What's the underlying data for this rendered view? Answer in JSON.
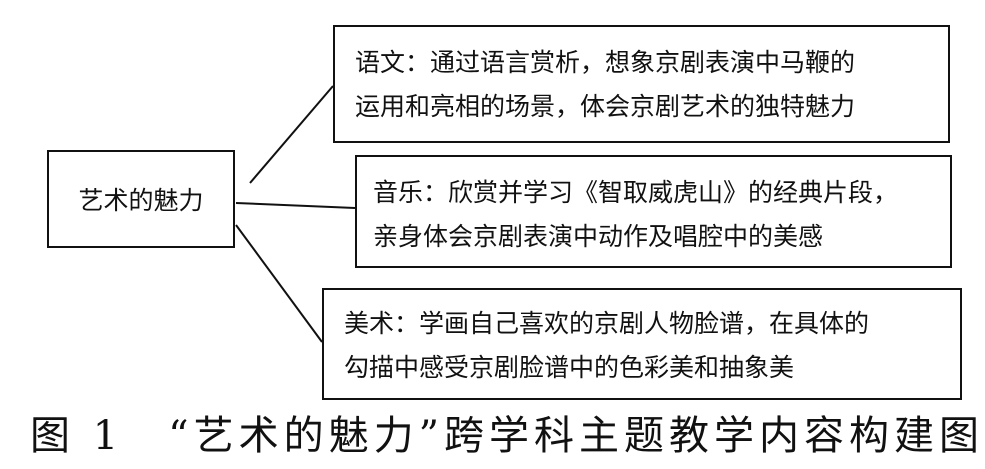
{
  "root": {
    "label": "艺术的魅力"
  },
  "branches": [
    {
      "lines": [
        "语文：通过语言赏析，想象京剧表演中马鞭的",
        "运用和亮相的场景，体会京剧艺术的独特魅力"
      ]
    },
    {
      "lines": [
        "音乐：欣赏并学习《智取威虎山》的经典片段，",
        "亲身体会京剧表演中动作及唱腔中的美感"
      ]
    },
    {
      "lines": [
        "美术：学画自己喜欢的京剧人物脸谱，在具体的",
        "勾描中感受京剧脸谱中的色彩美和抽象美"
      ]
    }
  ],
  "caption": "图 1　“艺术的魅力”跨学科主题教学内容构建图",
  "colors": {
    "stroke": "#111111",
    "background": "#ffffff"
  }
}
